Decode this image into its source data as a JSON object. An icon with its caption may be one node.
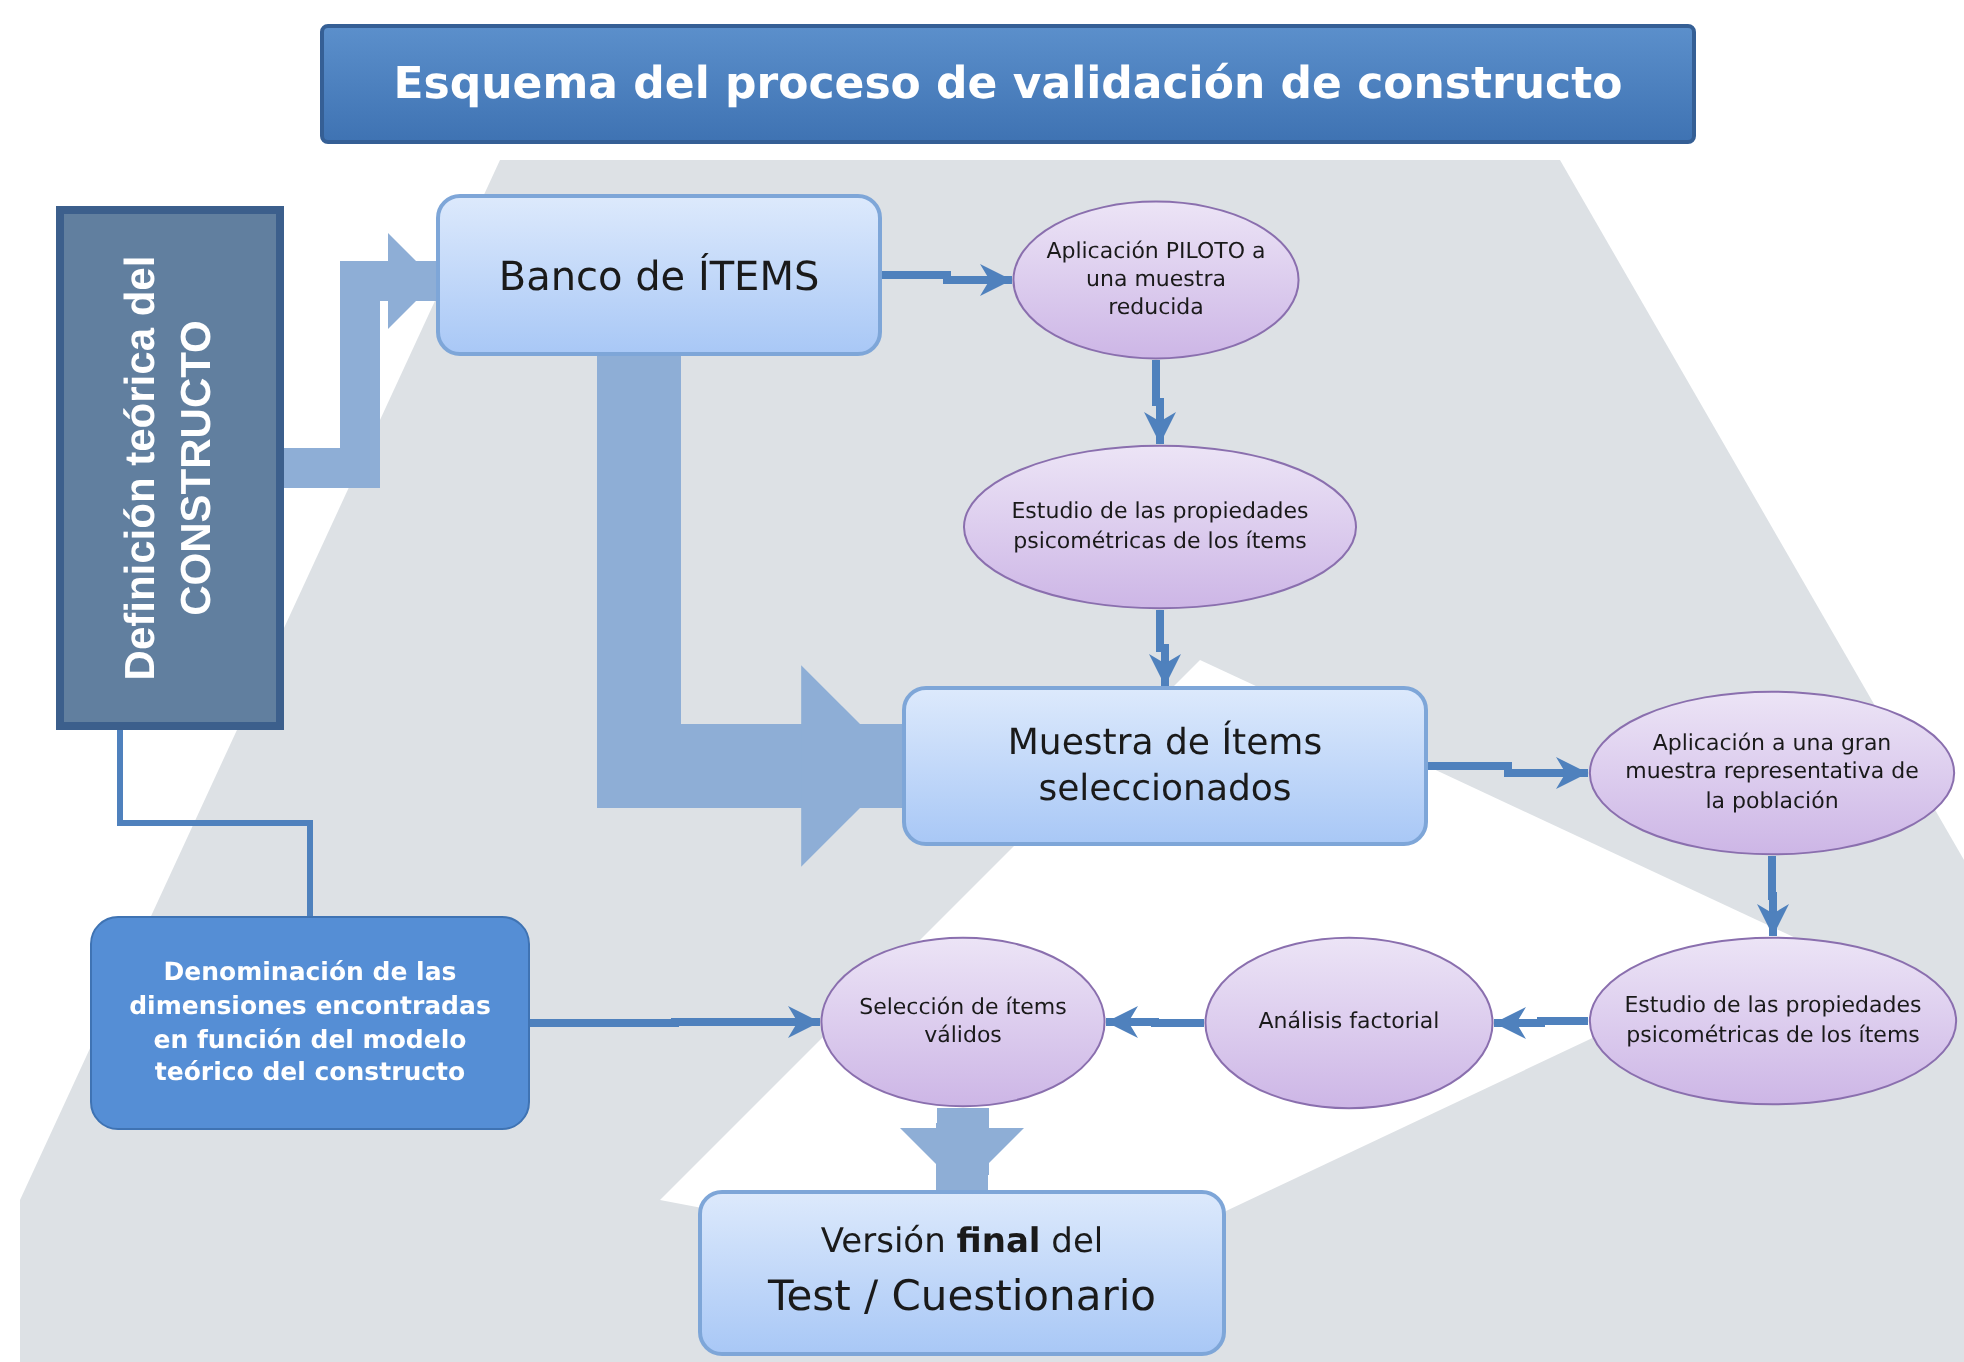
{
  "diagram": {
    "title": "Esquema del proceso de validación de constructo",
    "nodes": [
      {
        "text": [
          "Definición teórica del CONSTRUCTO"
        ]
      },
      {
        "text": [
          "Banco de ÍTEMS"
        ]
      },
      {
        "text": [
          "Aplicación PILOTO a una muestra reducida"
        ]
      },
      {
        "text": [
          "Estudio de las propiedades psicométricas de los ítems"
        ]
      },
      {
        "text": [
          "Muestra de Ítems seleccionados"
        ]
      },
      {
        "text": [
          "Aplicación a una gran muestra representativa de la población"
        ]
      },
      {
        "text": [
          "Estudio de las propiedades psicométricas de los ítems"
        ]
      },
      {
        "text": [
          "Análisis factorial"
        ]
      },
      {
        "text": [
          "Selección de ítems válidos"
        ]
      },
      {
        "text": [
          "Denominación de las dimensiones encontradas en función del modelo teórico del constructo"
        ]
      },
      {
        "text": [
          "Versión **final** del",
          "Test / Cuestionario"
        ]
      }
    ],
    "edges": [
      {
        "from": 0,
        "to": 1,
        "arrow": "to",
        "style": "thick"
      },
      {
        "from": 1,
        "to": 2,
        "arrow": "to"
      },
      {
        "from": 2,
        "to": 3,
        "arrow": "to"
      },
      {
        "from": 3,
        "to": 4,
        "arrow": "to"
      },
      {
        "from": 1,
        "to": 4,
        "arrow": "to",
        "style": "thick"
      },
      {
        "from": 4,
        "to": 5,
        "arrow": "to"
      },
      {
        "from": 5,
        "to": 6,
        "arrow": "to"
      },
      {
        "from": 6,
        "to": 7,
        "arrow": "to"
      },
      {
        "from": 7,
        "to": 8,
        "arrow": "to"
      },
      {
        "from": 9,
        "to": 8,
        "arrow": "to"
      },
      {
        "from": 0,
        "to": 9,
        "arrow": "none"
      },
      {
        "from": 8,
        "to": 10,
        "arrow": "to",
        "style": "thick"
      }
    ]
  }
}
